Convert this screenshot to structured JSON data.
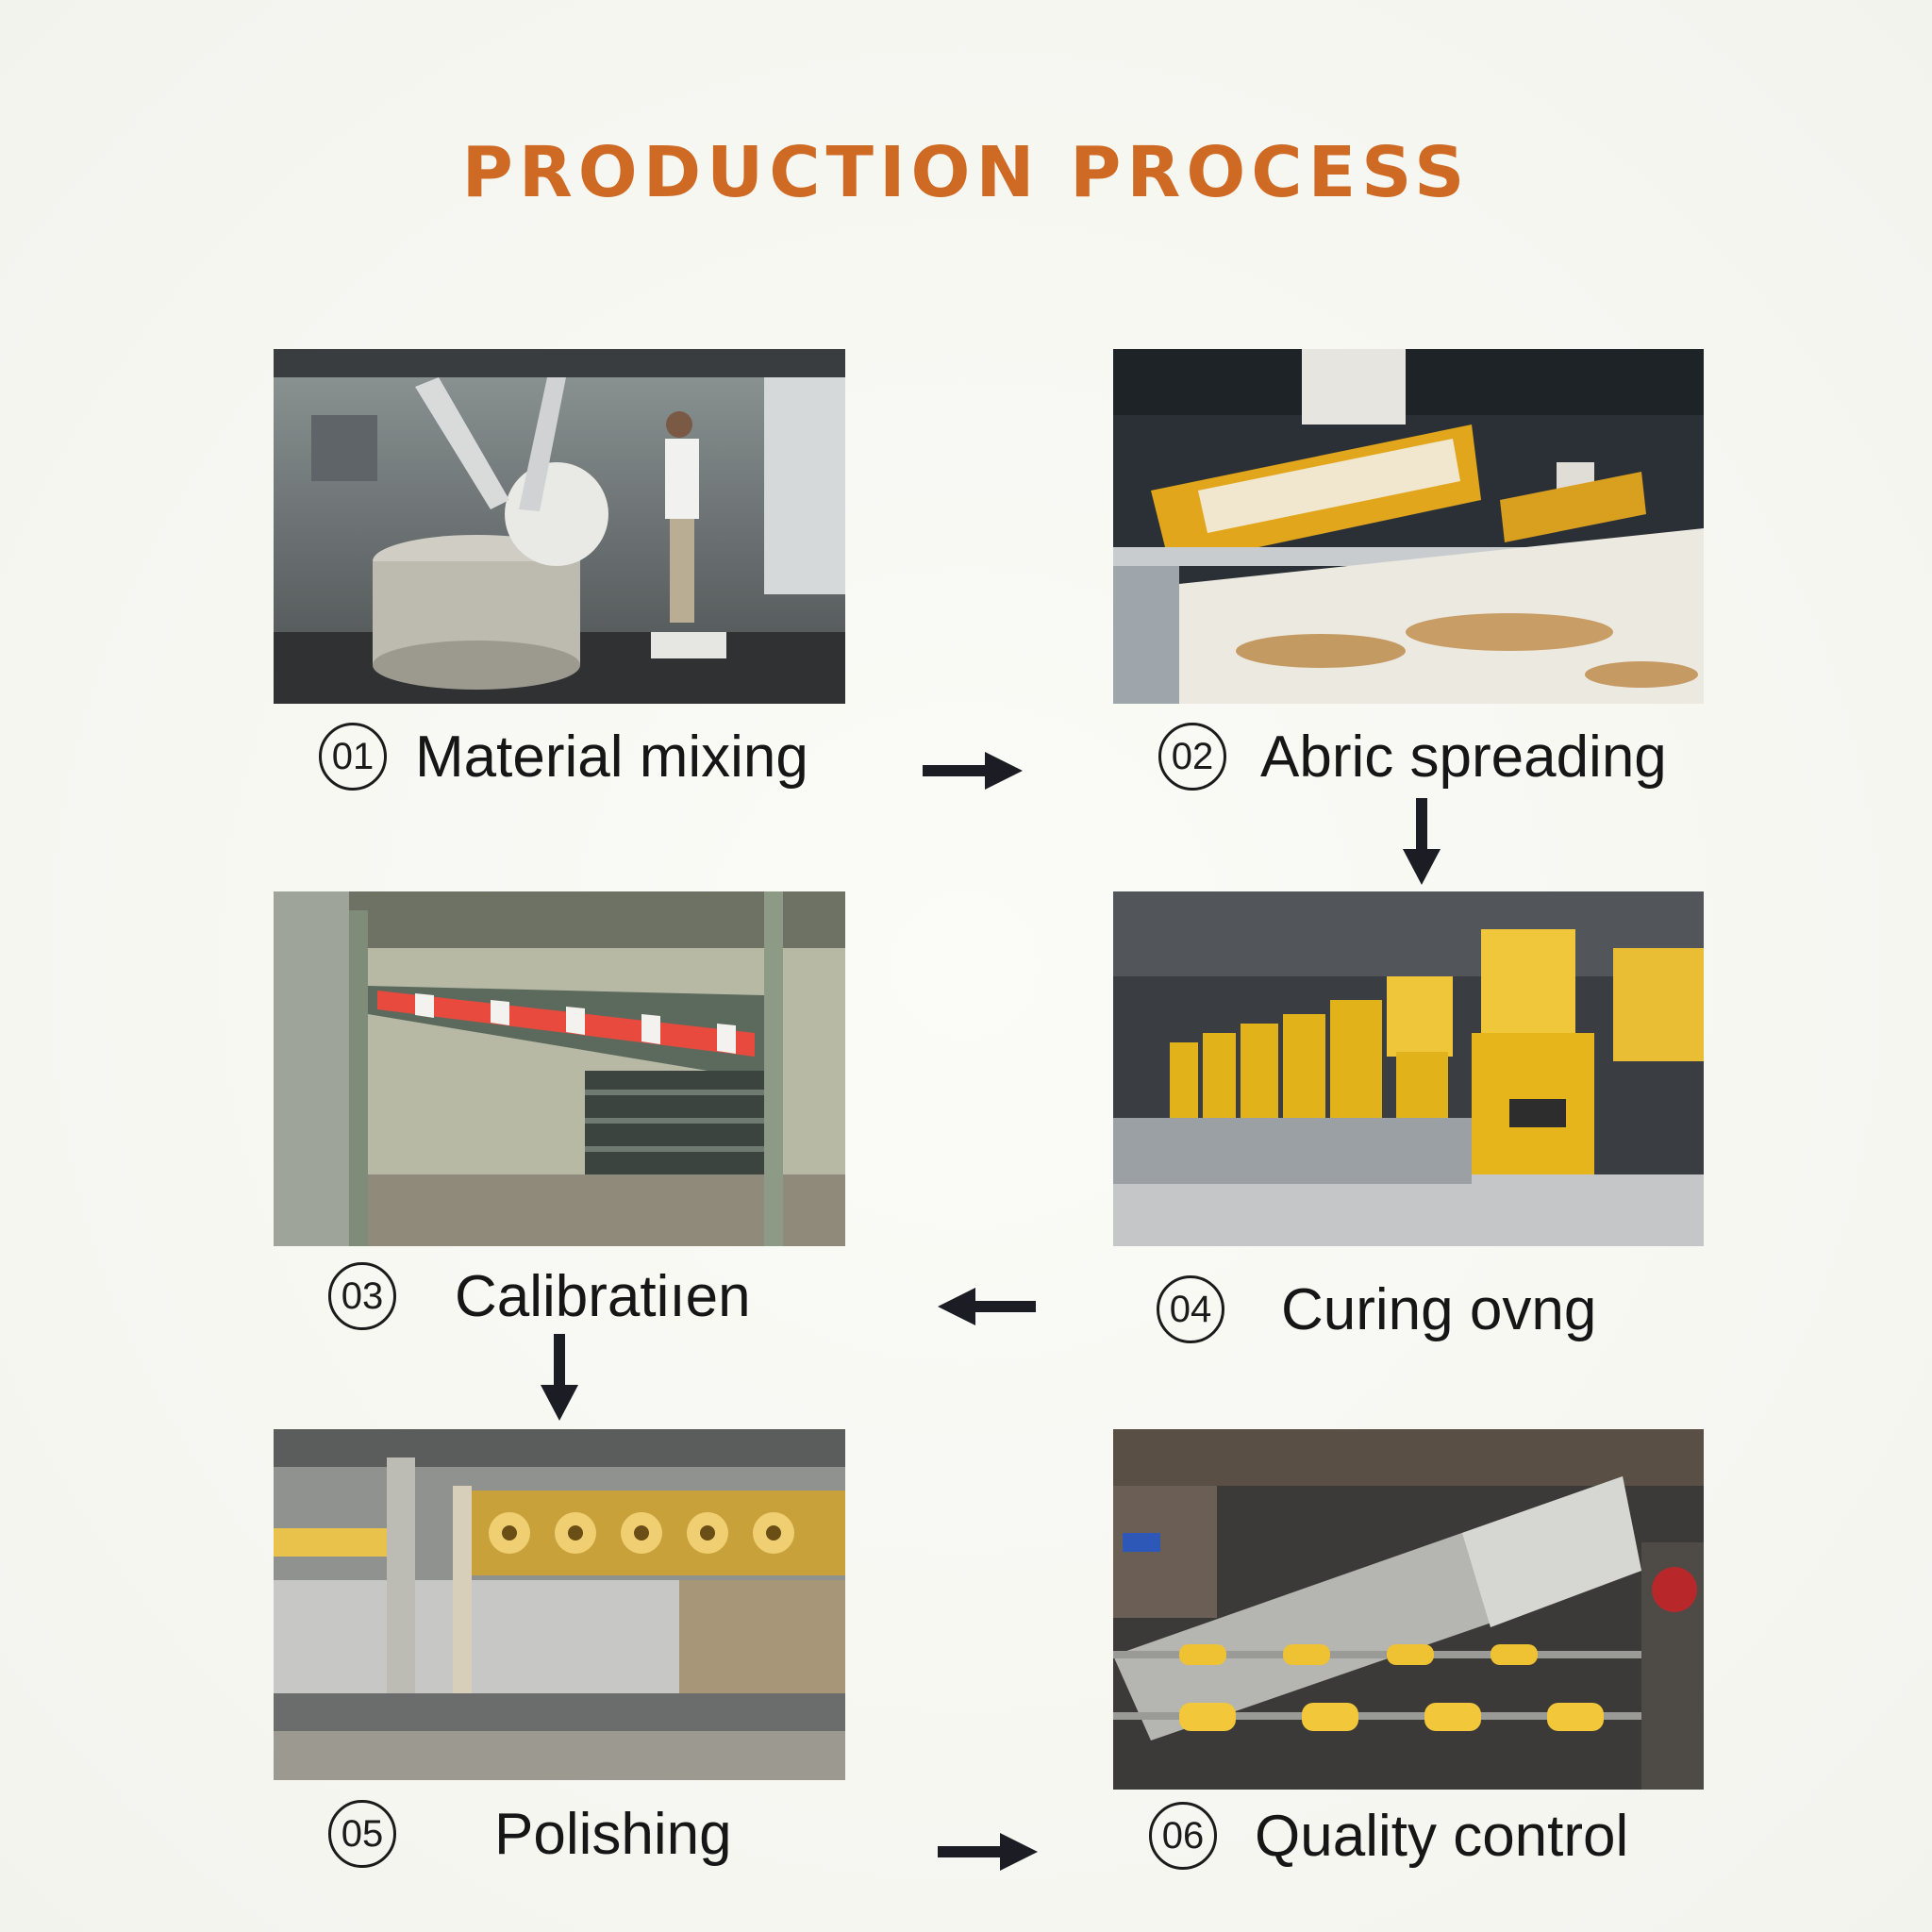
{
  "title": "PRODUCTION PROCESS",
  "colors": {
    "title": "#cf6a24",
    "text": "#161616",
    "arrow": "#1c1c24",
    "machine_yellow": "#e2b21a"
  },
  "steps": [
    {
      "number": "01",
      "label": "Material mixing",
      "photo": "mixing-machine-photo"
    },
    {
      "number": "02",
      "label": "Abric spreading",
      "photo": "spreading-line-photo"
    },
    {
      "number": "03",
      "label": "Calibratiıen",
      "photo": "calibration-rack-photo"
    },
    {
      "number": "04",
      "label": "Curing ovng",
      "photo": "curing-motors-photo"
    },
    {
      "number": "05",
      "label": "Polishing",
      "photo": "polishing-heads-photo"
    },
    {
      "number": "06",
      "label": "Quality control",
      "photo": "quality-roller-photo"
    }
  ],
  "flow": [
    {
      "from": "01",
      "to": "02",
      "direction": "right"
    },
    {
      "from": "02",
      "to": "04",
      "direction": "down"
    },
    {
      "from": "04",
      "to": "03",
      "direction": "left"
    },
    {
      "from": "03",
      "to": "05",
      "direction": "down"
    },
    {
      "from": "05",
      "to": "06",
      "direction": "right"
    }
  ]
}
